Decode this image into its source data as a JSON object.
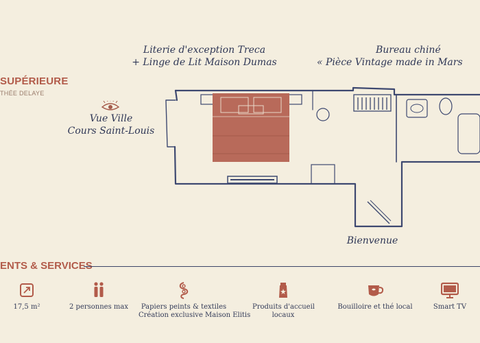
{
  "room": {
    "title": "SUPÉRIEURE",
    "subtitle": "THÉE DELAYE"
  },
  "captions": {
    "bedding": [
      "Literie d'exception Treca",
      "+ Linge de Lit Maison Dumas"
    ],
    "desk": [
      "Bureau chiné",
      "« Pièce Vintage made in Mars"
    ],
    "view": [
      "Vue Ville",
      "Cours Saint-Louis"
    ],
    "welcome": "Bienvenue"
  },
  "services": {
    "title": "ENTS & SERVICES",
    "items": [
      {
        "icon": "area-icon",
        "lines": [
          "17,5 m²"
        ]
      },
      {
        "icon": "people-icon",
        "lines": [
          "2 personnes max"
        ]
      },
      {
        "icon": "wallpaper-swirl-icon",
        "lines": [
          "Papiers peints & textiles",
          "Création exclusive Maison Elitis"
        ]
      },
      {
        "icon": "toiletries-icon",
        "lines": [
          "Produits d'accueil",
          "locaux"
        ]
      },
      {
        "icon": "teacup-icon",
        "lines": [
          "Bouilloire et thé local"
        ]
      },
      {
        "icon": "tv-icon",
        "lines": [
          "Smart TV"
        ]
      }
    ]
  },
  "colors": {
    "accent": "#b25b4a",
    "ink": "#333b58",
    "background": "#f4eedf",
    "bed": "#b86a5a"
  }
}
